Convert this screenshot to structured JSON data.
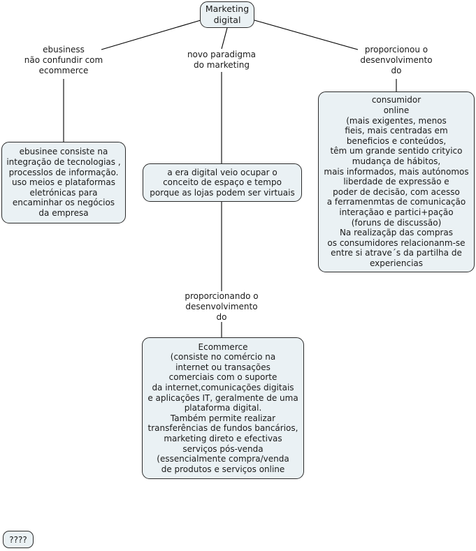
{
  "diagram": {
    "title": "Marketing digital concept map",
    "style": {
      "node_fill": "#eaf1f4",
      "node_border": "#2b2b2b",
      "edge_color": "#000000",
      "text_color": "#1a1a1a",
      "background": "#ffffff"
    },
    "nodes": {
      "root": {
        "text": "Marketing\ndigital"
      },
      "ebusiness_box": {
        "text": "ebusinee consiste na\nintegração de tecnologias ,\nprocesslos de informação.\nuso meios e plataformas\neletrónicas para\nencaminhar os negócios\nda empresa"
      },
      "era_digital_box": {
        "text": "a era digital veio ocupar o\nconceito de espaço e tempo\nporque as lojas podem ser virtuais"
      },
      "consumidor_box": {
        "text": "consumidor\nonline\n(mais exigentes, menos\nfieis, mais centradas em\nbeneficios e conteúdos,\ntêm um grande sentido crityico\nmudança de hábitos,\nmais informados, mais autónomos\nliberdade de expressão e\npoder de decisão, com acesso\na ferramenmtas de comunicação\ninteraçãao e partici+pação\n(foruns de discussão)\nNa realizaçãp das compras\nos consumidores relacionanm-se\nentre si atrave´s da partilha de\nexperiencias"
      },
      "ecommerce_box": {
        "text": "Ecommerce\n(consiste no comércio na\ninternet ou transações\ncomerciais  com o suporte\nda internet,comunicações digitais\ne aplicações IT, geralmente de uma\nplataforma digital.\nTambém permite realizar\ntransferências de fundos bancários,\nmarketing direto e efectivas\nserviços pós-venda\n(essencialmente compra/venda\nde produtos e serviços online"
      },
      "unknown_box": {
        "text": "????"
      }
    },
    "edge_labels": {
      "left_branch": {
        "text": "ebusiness\nnão confundir com\necommerce"
      },
      "center_branch": {
        "text": "novo paradigma\ndo marketing"
      },
      "right_branch": {
        "text": "proporcionou o\ndesenvolvimento\ndo"
      },
      "lower_center_branch": {
        "text": "proporcionando o\ndesenvolvimento\ndo"
      }
    }
  }
}
